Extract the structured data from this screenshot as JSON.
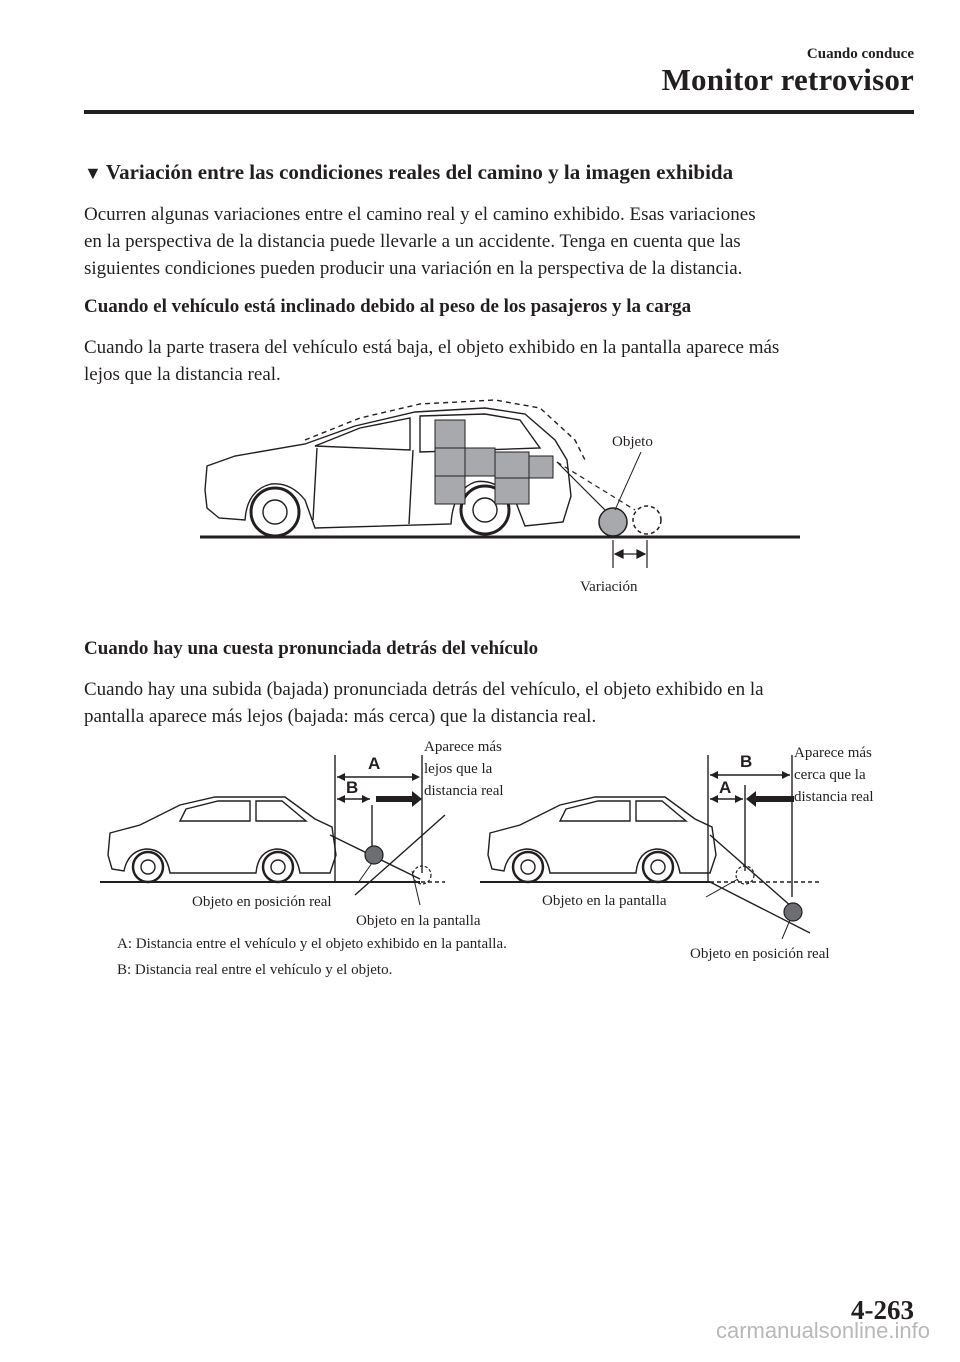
{
  "header": {
    "section": "Cuando conduce",
    "title": "Monitor retrovisor"
  },
  "section_title": "Variación entre las condiciones reales del camino y la imagen exhibida",
  "intro_lines": [
    "Ocurren algunas variaciones entre el camino real y el camino exhibido. Esas variaciones",
    "en la perspectiva de la distancia puede llevarle a un accidente. Tenga en cuenta que las",
    "siguientes condiciones pueden producir una variación en la perspectiva de la distancia."
  ],
  "case1": {
    "heading": "Cuando el vehículo está inclinado debido al peso de los pasajeros y la carga",
    "lines": [
      "Cuando la parte trasera del vehículo está baja, el objeto exhibido en la pantalla aparece más",
      "lejos que la distancia real."
    ],
    "figure": {
      "label_object": "Objeto",
      "label_variation": "Variación"
    }
  },
  "case2": {
    "heading": "Cuando hay una cuesta pronunciada detrás del vehículo",
    "lines": [
      "Cuando hay una subida (bajada) pronunciada detrás del vehículo, el objeto exhibido en la",
      "pantalla aparece más lejos (bajada: más cerca) que la distancia real."
    ],
    "figure": {
      "letter_a": "A",
      "letter_b": "B",
      "left_note_lines": [
        "Aparece más",
        "lejos que la",
        "distancia real"
      ],
      "right_note_lines": [
        "Aparece más",
        "cerca que la",
        "distancia real"
      ],
      "label_real_position": "Objeto en posición real",
      "label_on_screen": "Objeto en la pantalla"
    },
    "notes": [
      "A: Distancia entre el vehículo y el objeto exhibido en la pantalla.",
      "B: Distancia real entre el vehículo y el objeto."
    ]
  },
  "page_number": "4-263",
  "watermark": "carmanualsonline.info"
}
